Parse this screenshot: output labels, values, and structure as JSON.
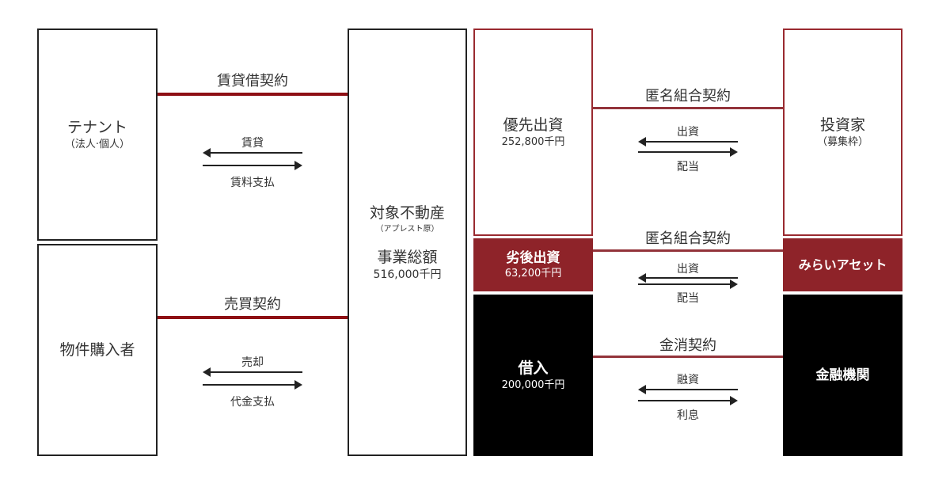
{
  "left": {
    "tenant": {
      "title": "テナント",
      "sub": "（法人·個人）"
    },
    "buyer": {
      "title": "物件購入者"
    },
    "property": {
      "title": "対象不動産",
      "sub": "（アプレスト原）",
      "total_label": "事業総額",
      "total_value": "516,000千円"
    },
    "lease": {
      "contract": "賃貸借契約",
      "arrow_left": "賃貸",
      "arrow_right": "賃料支払"
    },
    "sale": {
      "contract": "売買契約",
      "arrow_left": "売却",
      "arrow_right": "代金支払"
    }
  },
  "right": {
    "senior": {
      "title": "優先出資",
      "value": "252,800千円"
    },
    "junior": {
      "title": "劣後出資",
      "value": "63,200千円"
    },
    "loan": {
      "title": "借入",
      "value": "200,000千円"
    },
    "investor": {
      "title": "投資家",
      "sub": "（募集枠）"
    },
    "mirai": {
      "title": "みらいアセット"
    },
    "bank": {
      "title": "金融機関"
    },
    "c1": {
      "contract": "匿名組合契約",
      "arrow_left": "出資",
      "arrow_right": "配当"
    },
    "c2": {
      "contract": "匿名組合契約",
      "arrow_left": "出資",
      "arrow_right": "配当"
    },
    "c3": {
      "contract": "金消契約",
      "arrow_left": "融資",
      "arrow_right": "利息"
    }
  },
  "colors": {
    "accent": "#8e2329",
    "line": "#8e0f14"
  }
}
